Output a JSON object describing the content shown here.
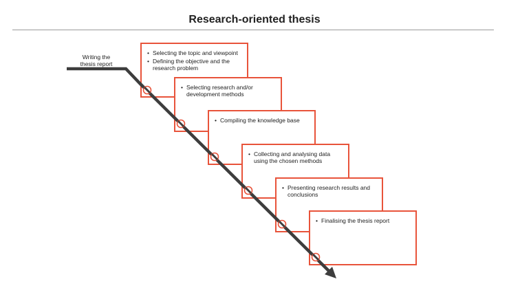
{
  "title": "Research-oriented thesis",
  "start_label": [
    "Writing the",
    "thesis report"
  ],
  "steps": [
    {
      "bullets": [
        "Selecting the topic and viewpoint",
        "Defining the objective and the research problem"
      ]
    },
    {
      "bullets": [
        "Selecting research and/or development methods"
      ]
    },
    {
      "bullets": [
        "Compiling the knowledge base"
      ]
    },
    {
      "bullets": [
        "Collecting and analysing data using the chosen methods"
      ]
    },
    {
      "bullets": [
        "Presenting research results and conclusions"
      ]
    },
    {
      "bullets": [
        "Finalising the thesis report"
      ]
    }
  ],
  "colors": {
    "accent": "#e8533a",
    "arrow": "#3d3d3d",
    "text": "#222222"
  },
  "icons": {
    "step_marker": "circle-slash-icon",
    "arrow_head": "arrow-head-icon"
  }
}
